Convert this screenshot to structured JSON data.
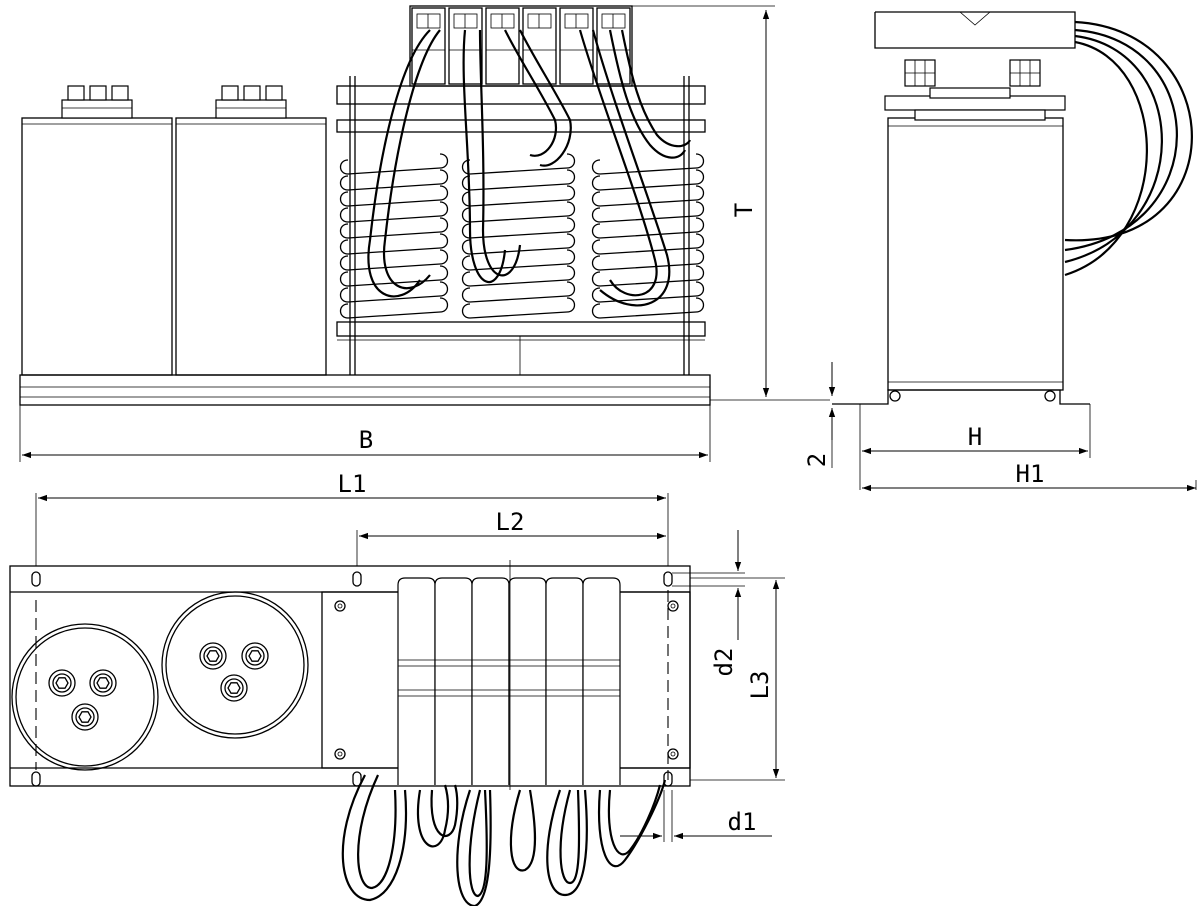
{
  "dimensions": {
    "T": "T",
    "B": "B",
    "H": "H",
    "H1": "H1",
    "two": "2",
    "L1": "L1",
    "L2": "L2",
    "L3": "L3",
    "d1": "d1",
    "d2": "d2"
  },
  "colors": {
    "line": "#000000",
    "background": "#ffffff"
  }
}
